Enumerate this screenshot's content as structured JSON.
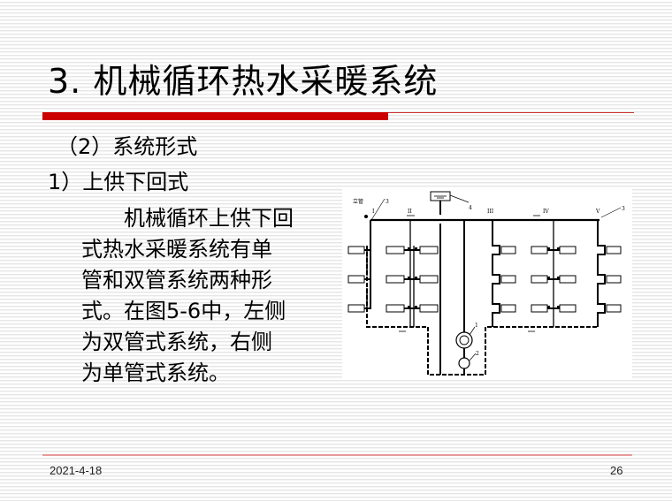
{
  "slide": {
    "title": "3. 机械循环热水采暖系统",
    "accent_color": "#cc0000",
    "section_heading": "（2）系统形式",
    "subsection_heading": "1）上供下回式",
    "paragraph_lines": [
      "机械循环上供下回",
      "式热水采暖系统有单",
      "管和双管系统两种形",
      "式。在图5-6中，左侧",
      "为双管式系统，右侧",
      "为单管式系统。"
    ]
  },
  "diagram": {
    "description": "机械循环上供下回式热水采暖系统示意图",
    "labels": {
      "riser": "立管",
      "riser_I": "I",
      "riser_II": "II",
      "riser_III": "III",
      "riser_IV": "IV",
      "riser_V": "V",
      "air_vent_left": "3",
      "air_vent_right": "3",
      "expansion_tank": "4",
      "pump": "1",
      "boiler": "2"
    }
  },
  "footer": {
    "date": "2021-4-18",
    "page_number": "26"
  }
}
